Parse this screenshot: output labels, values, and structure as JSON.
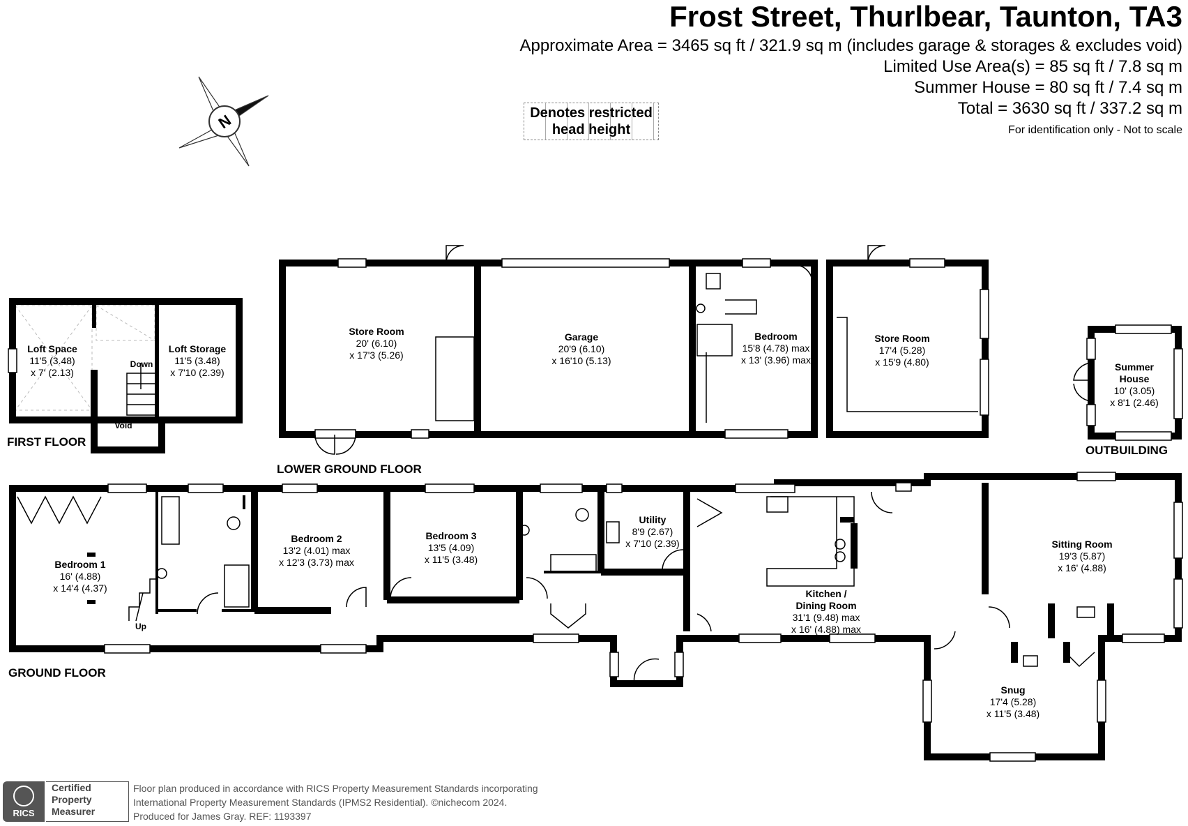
{
  "header": {
    "title": "Frost Street, Thurlbear, Taunton, TA3",
    "approx_area": "Approximate Area = 3465 sq ft / 321.9 sq m (includes garage & storages & excludes void)",
    "limited_use": "Limited Use Area(s) = 85 sq ft / 7.8 sq m",
    "summer_house": "Summer House = 80 sq ft / 7.4 sq m",
    "total": "Total = 3630 sq ft / 337.2 sq m",
    "disclaimer": "For identification only - Not to scale"
  },
  "legend": {
    "restricted_line1": "Denotes restricted",
    "restricted_line2": "head height"
  },
  "compass": {
    "letter": "N"
  },
  "floors": {
    "first": "FIRST FLOOR",
    "lower_ground": "LOWER GROUND FLOOR",
    "outbuilding": "OUTBUILDING",
    "ground": "GROUND FLOOR"
  },
  "rooms": {
    "loft_space": {
      "name": "Loft Space",
      "d1": "11'5 (3.48)",
      "d2": "x 7' (2.13)"
    },
    "loft_storage": {
      "name": "Loft Storage",
      "d1": "11'5 (3.48)",
      "d2": "x 7'10 (2.39)"
    },
    "down": "Down",
    "void": "Void",
    "store_room_1": {
      "name": "Store Room",
      "d1": "20' (6.10)",
      "d2": "x 17'3 (5.26)"
    },
    "garage": {
      "name": "Garage",
      "d1": "20'9 (6.10)",
      "d2": "x 16'10 (5.13)"
    },
    "bedroom_lg": {
      "name": "Bedroom",
      "d1": "15'8 (4.78) max",
      "d2": "x 13' (3.96) max"
    },
    "store_room_2": {
      "name": "Store Room",
      "d1": "17'4 (5.28)",
      "d2": "x 15'9 (4.80)"
    },
    "summer_house": {
      "name1": "Summer",
      "name2": "House",
      "d1": "10' (3.05)",
      "d2": "x 8'1 (2.46)"
    },
    "bedroom_1": {
      "name": "Bedroom 1",
      "d1": "16' (4.88)",
      "d2": "x 14'4 (4.37)"
    },
    "up": "Up",
    "bedroom_2": {
      "name": "Bedroom 2",
      "d1": "13'2 (4.01) max",
      "d2": "x 12'3 (3.73) max"
    },
    "bedroom_3": {
      "name": "Bedroom 3",
      "d1": "13'5 (4.09)",
      "d2": "x 11'5 (3.48)"
    },
    "utility": {
      "name": "Utility",
      "d1": "8'9 (2.67)",
      "d2": "x 7'10 (2.39)"
    },
    "kitchen": {
      "name1": "Kitchen /",
      "name2": "Dining Room",
      "d1": "31'1 (9.48) max",
      "d2": "x 16' (4.88) max"
    },
    "sitting_room": {
      "name": "Sitting Room",
      "d1": "19'3 (5.87)",
      "d2": "x 16' (4.88)"
    },
    "snug": {
      "name": "Snug",
      "d1": "17'4 (5.28)",
      "d2": "x 11'5 (3.48)"
    }
  },
  "footer": {
    "line1": "Floor plan produced in accordance with RICS Property Measurement Standards incorporating",
    "line2": "International Property Measurement Standards (IPMS2 Residential).  ©nichecom 2024.",
    "line3": "Produced for James Gray.   REF: 1193397",
    "badge_rics": "RICS",
    "badge_l1": "Certified",
    "badge_l2": "Property",
    "badge_l3": "Measurer"
  }
}
